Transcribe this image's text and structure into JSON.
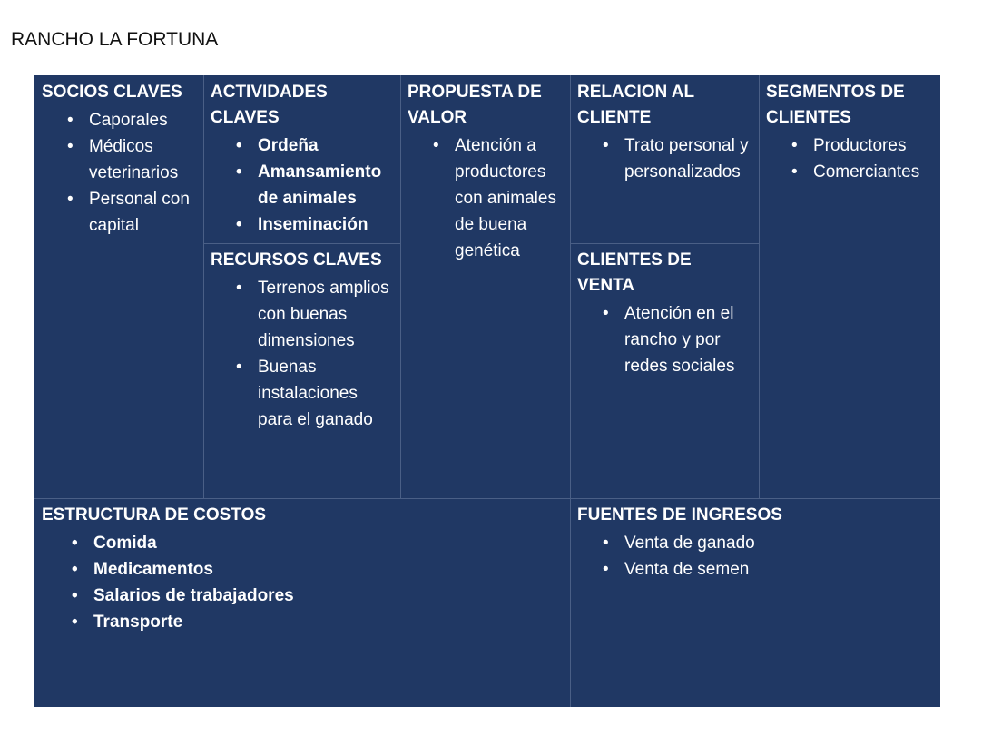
{
  "title": "RANCHO LA FORTUNA",
  "socios": {
    "heading": "SOCIOS CLAVES",
    "items": [
      "Caporales",
      "Médicos veterinarios",
      "Personal con capital"
    ]
  },
  "actividades": {
    "heading": "ACTIVIDADES CLAVES",
    "items": [
      "Ordeña",
      "Amansamiento de animales",
      "Inseminación"
    ]
  },
  "recursos": {
    "heading": "RECURSOS CLAVES",
    "items": [
      "Terrenos amplios con buenas dimensiones",
      "Buenas instalaciones para el ganado"
    ]
  },
  "propuesta": {
    "heading": "PROPUESTA DE VALOR",
    "items": [
      "Atención a productores con animales de buena genética"
    ]
  },
  "relacion": {
    "heading": "RELACION AL CLIENTE",
    "items": [
      "Trato personal y personalizados"
    ]
  },
  "clientes_venta": {
    "heading": "CLIENTES DE VENTA",
    "items": [
      "Atención en el rancho y por redes sociales"
    ]
  },
  "segmentos": {
    "heading": "SEGMENTOS DE CLIENTES",
    "items": [
      "Productores",
      "Comerciantes"
    ]
  },
  "costos": {
    "heading": "ESTRUCTURA DE COSTOS",
    "items": [
      "Comida",
      "Medicamentos",
      "Salarios de trabajadores",
      "Transporte"
    ]
  },
  "ingresos": {
    "heading": "FUENTES DE INGRESOS",
    "items": [
      "Venta de ganado",
      "Venta de semen"
    ]
  },
  "colors": {
    "cell_background": "#203864",
    "text": "#ffffff",
    "border": "#4a5f86"
  }
}
